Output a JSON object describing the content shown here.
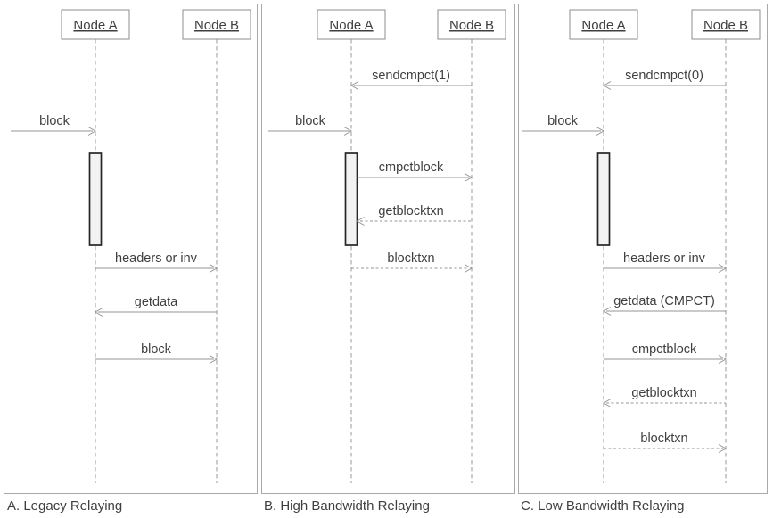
{
  "panels": [
    {
      "id": "A",
      "caption": "A. Legacy Relaying",
      "actors": [
        {
          "name": "Node A"
        },
        {
          "name": "Node B"
        }
      ],
      "messages": [
        {
          "label": "block",
          "from": "external",
          "to": "Node A",
          "line": "solid"
        },
        {
          "label": "headers or inv",
          "from": "Node A",
          "to": "Node B",
          "line": "solid"
        },
        {
          "label": "getdata",
          "from": "Node B",
          "to": "Node A",
          "line": "solid"
        },
        {
          "label": "block",
          "from": "Node A",
          "to": "Node B",
          "line": "solid"
        }
      ]
    },
    {
      "id": "B",
      "caption": "B. High Bandwidth Relaying",
      "actors": [
        {
          "name": "Node A"
        },
        {
          "name": "Node B"
        }
      ],
      "messages": [
        {
          "label": "sendcmpct(1)",
          "from": "Node B",
          "to": "Node A",
          "line": "solid"
        },
        {
          "label": "block",
          "from": "external",
          "to": "Node A",
          "line": "solid"
        },
        {
          "label": "cmpctblock",
          "from": "Node A",
          "to": "Node B",
          "line": "solid"
        },
        {
          "label": "getblocktxn",
          "from": "Node B",
          "to": "Node A",
          "line": "dashed"
        },
        {
          "label": "blocktxn",
          "from": "Node A",
          "to": "Node B",
          "line": "dashed"
        }
      ]
    },
    {
      "id": "C",
      "caption": "C. Low Bandwidth Relaying",
      "actors": [
        {
          "name": "Node A"
        },
        {
          "name": "Node B"
        }
      ],
      "messages": [
        {
          "label": "sendcmpct(0)",
          "from": "Node B",
          "to": "Node A",
          "line": "solid"
        },
        {
          "label": "block",
          "from": "external",
          "to": "Node A",
          "line": "solid"
        },
        {
          "label": "headers or inv",
          "from": "Node A",
          "to": "Node B",
          "line": "solid"
        },
        {
          "label": "getdata (CMPCT)",
          "from": "Node B",
          "to": "Node A",
          "line": "solid"
        },
        {
          "label": "cmpctblock",
          "from": "Node A",
          "to": "Node B",
          "line": "solid"
        },
        {
          "label": "getblocktxn",
          "from": "Node B",
          "to": "Node A",
          "line": "dashed"
        },
        {
          "label": "blocktxn",
          "from": "Node A",
          "to": "Node B",
          "line": "dashed"
        }
      ]
    }
  ],
  "colors": {
    "panel_border": "#a9a9a9",
    "actor_border": "#8c8c8c",
    "line": "#949494",
    "text": "#3f3f3f",
    "activation_fill": "#f2f2f2",
    "activation_border": "#262626"
  }
}
